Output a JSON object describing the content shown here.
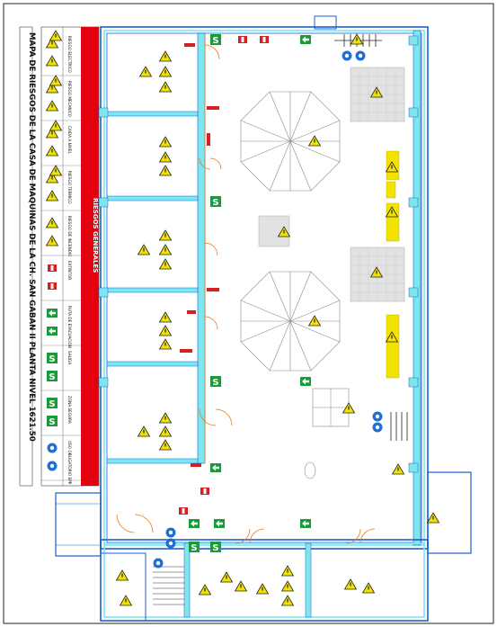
{
  "drawing": {
    "title": "MAPA DE RIESGOS DE LA CASA DE MAQUINAS DE LA CH. SAN GABAN II PLANTA NIVEL 1621.50",
    "legend_header": "RIESGOS GENERALES"
  },
  "legend": {
    "rows": [
      {
        "label": "RIESGO ELECTRICO",
        "icon": "hazard-triangle-icon"
      },
      {
        "label": "RIESGO MECANICO",
        "icon": "hazard-triangle-icon"
      },
      {
        "label": "CAIDA A NIVEL",
        "icon": "hazard-triangle-icon"
      },
      {
        "label": "RIESGO TERMICO",
        "icon": "hazard-triangle-icon"
      },
      {
        "label": "RIESGO DE INCENDIO",
        "icon": "hazard-triangle-icon"
      },
      {
        "label": "EXTINTOR",
        "icon": "fire-extinguisher-icon"
      },
      {
        "label": "RUTA DE EVACUACION",
        "icon": "exit-arrow-icon"
      },
      {
        "label": "SALIDA",
        "icon": "exit-sign-icon"
      },
      {
        "label": "ZONA SEGURA",
        "icon": "safe-zone-icon"
      },
      {
        "label": "USO OBLIGATORIO EPP",
        "icon": "mandatory-ppe-icon"
      }
    ]
  },
  "colors": {
    "wall": "#1a5fd0",
    "wall_fill": "#7fe6ee",
    "door": "#e07a1a",
    "hazard": "#f2e200",
    "header_red": "#e3000f",
    "exit_green": "#1a9a3a",
    "mandatory_blue": "#1f6fd0",
    "extinguisher_red": "#d42020"
  }
}
